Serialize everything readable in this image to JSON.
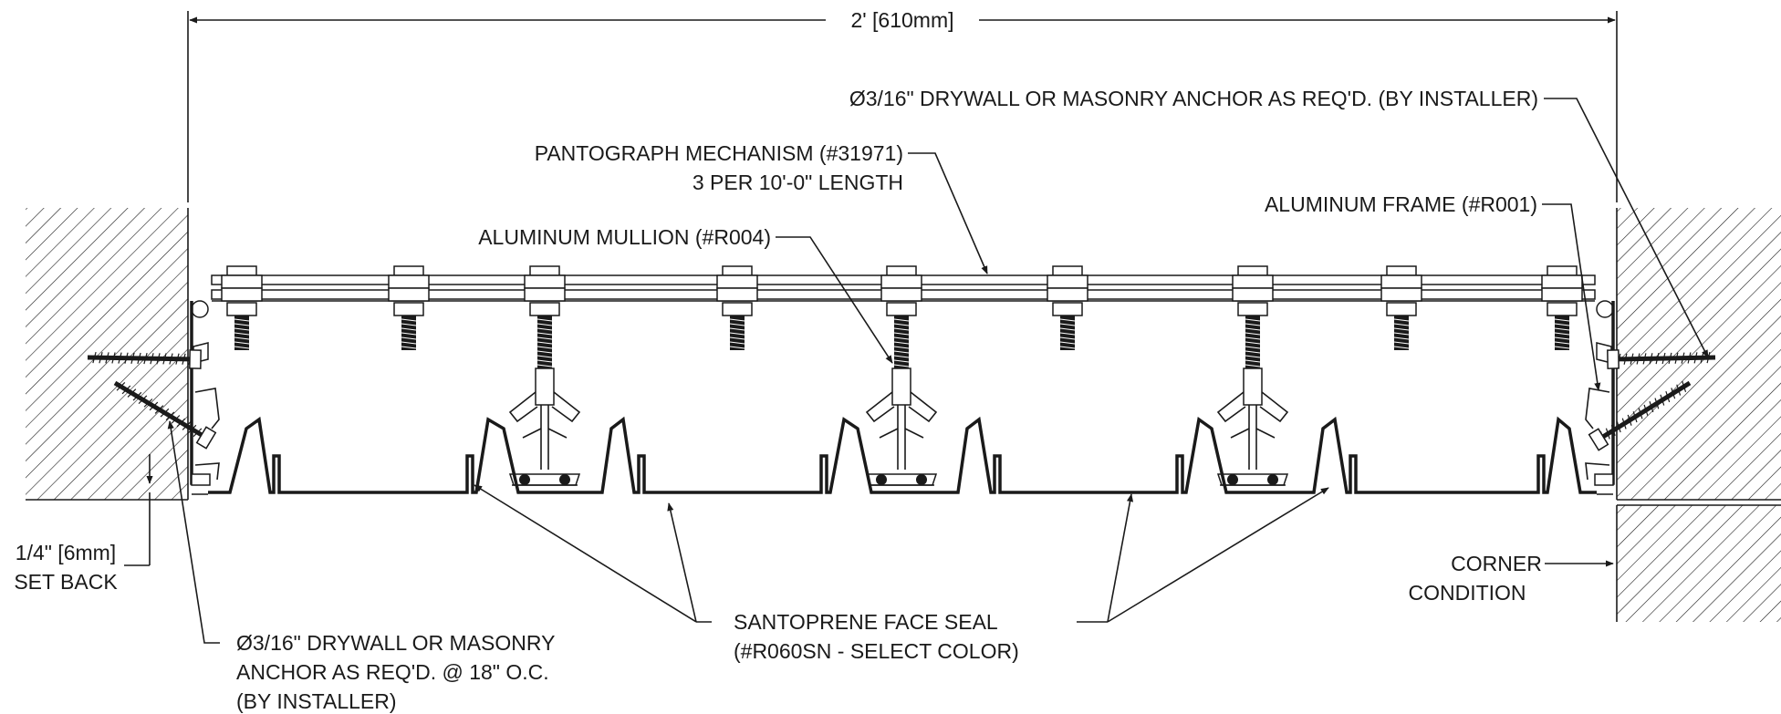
{
  "dimension": {
    "overall": "2' [610mm]"
  },
  "labels": {
    "anchor_right": "Ø3/16\" DRYWALL OR MASONRY ANCHOR AS REQ'D. (BY INSTALLER)",
    "pantograph_line1": "PANTOGRAPH MECHANISM (#31971)",
    "pantograph_line2": "3 PER 10'-0\" LENGTH",
    "mullion": "ALUMINUM MULLION (#R004)",
    "frame": "ALUMINUM FRAME (#R001)",
    "setback_line1": "1/4\" [6mm]",
    "setback_line2": "SET BACK",
    "corner_line1": "CORNER",
    "corner_line2": "CONDITION",
    "face_seal_line1": "SANTOPRENE FACE SEAL",
    "face_seal_line2": "(#R060SN - SELECT COLOR)",
    "anchor_left_line1": "Ø3/16\" DRYWALL OR MASONRY",
    "anchor_left_line2": "ANCHOR AS REQ'D. @ 18\" O.C.",
    "anchor_left_line3": "(BY INSTALLER)"
  }
}
